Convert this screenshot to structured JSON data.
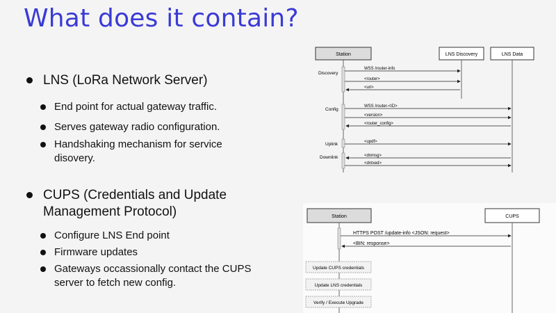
{
  "title": "What does it contain?",
  "sections": [
    {
      "heading": "LNS (LoRa Network Server)",
      "items": [
        "End point for actual gateway traffic.",
        "Serves gateway radio configuration.",
        "Handshaking mechanism for service disovery."
      ]
    },
    {
      "heading": "CUPS (Credentials and Update Management Protocol)",
      "items": [
        "Configure LNS End point",
        "Firmware updates",
        "Gateways occassionally contact the CUPS server to fetch new config."
      ]
    }
  ],
  "lns_diagram": {
    "participants": [
      "Station",
      "LNS Discovery",
      "LNS Data"
    ],
    "phases": [
      "Discovery",
      "Config",
      "Uplink",
      "Downlink"
    ],
    "messages": [
      "WSS /router-info",
      "<router>",
      "<uri>",
      "WSS /router-<ID>",
      "<version>",
      "<router_config>",
      "<updf>",
      "<dnmsg>",
      "<dntxed>"
    ]
  },
  "cups_diagram": {
    "participants": [
      "Station",
      "CUPS"
    ],
    "messages": [
      "HTTPS POST /update-info <JSON: request>",
      "<BIN: response>"
    ],
    "steps": [
      "Update CUPS credentials",
      "Update LNS credentials",
      "Verify / Execute Upgrade"
    ]
  }
}
